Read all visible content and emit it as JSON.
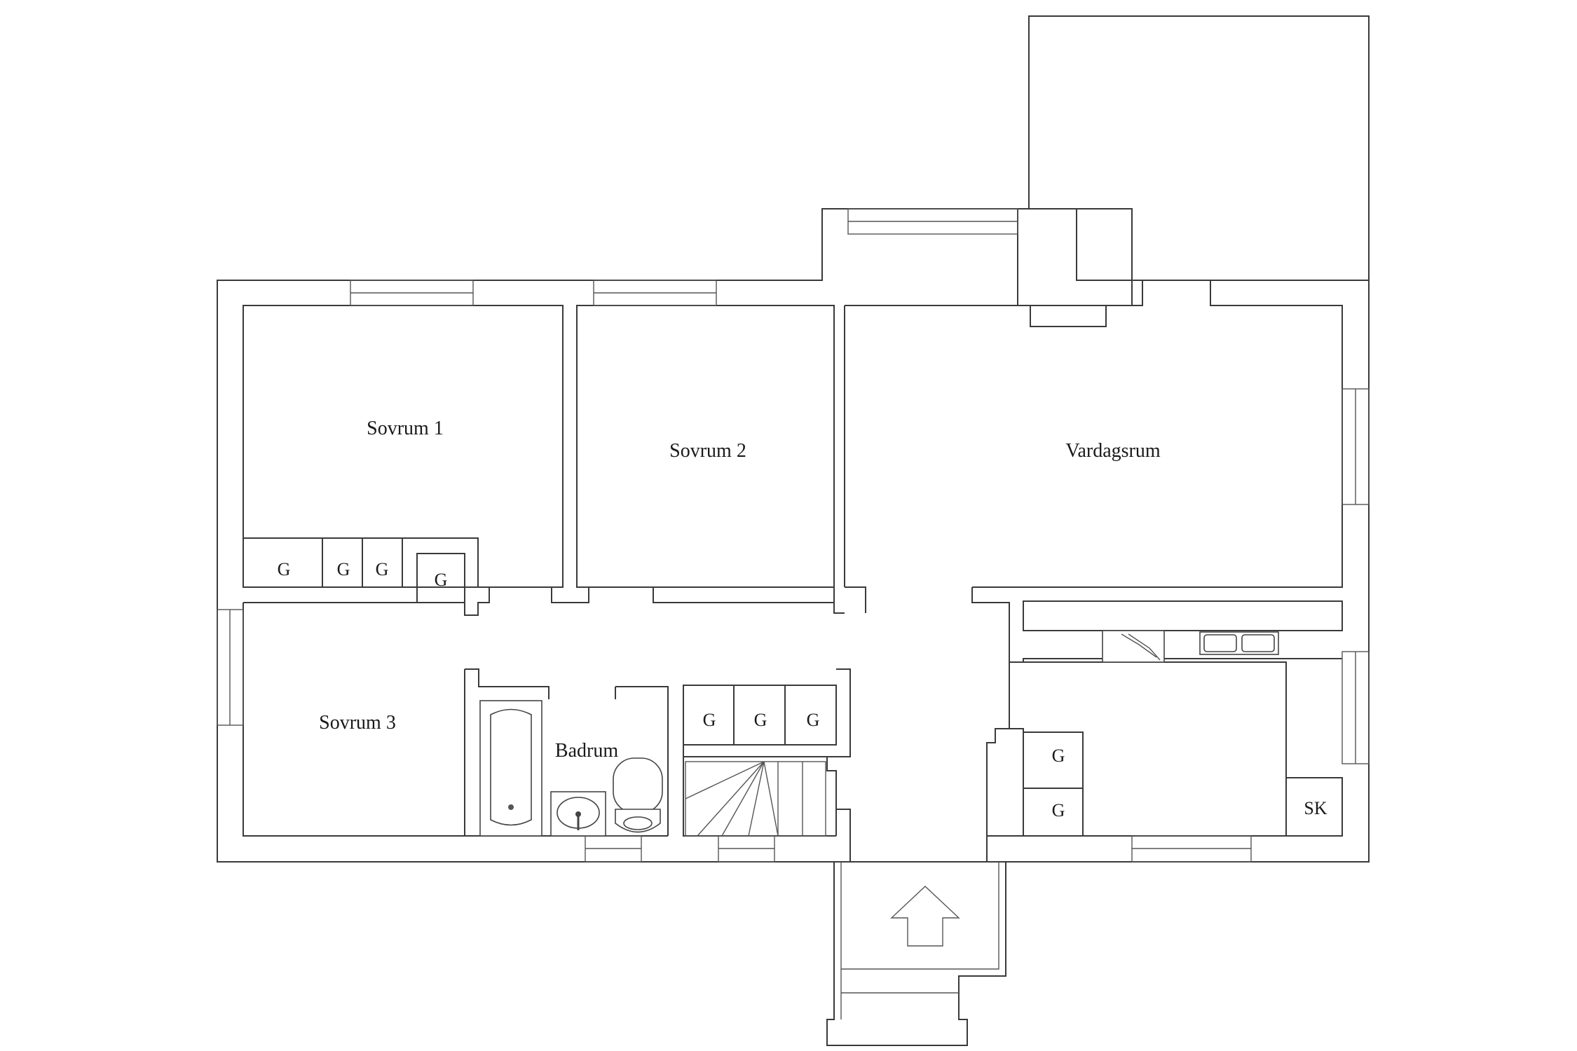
{
  "rooms": {
    "sovrum1": "Sovrum 1",
    "sovrum2": "Sovrum 2",
    "sovrum3": "Sovrum 3",
    "vardagsrum": "Vardagsrum",
    "badrum": "Badrum"
  },
  "marks": {
    "g": "G",
    "sk": "SK"
  },
  "icons": {
    "entrance": "entrance-arrow-icon"
  }
}
